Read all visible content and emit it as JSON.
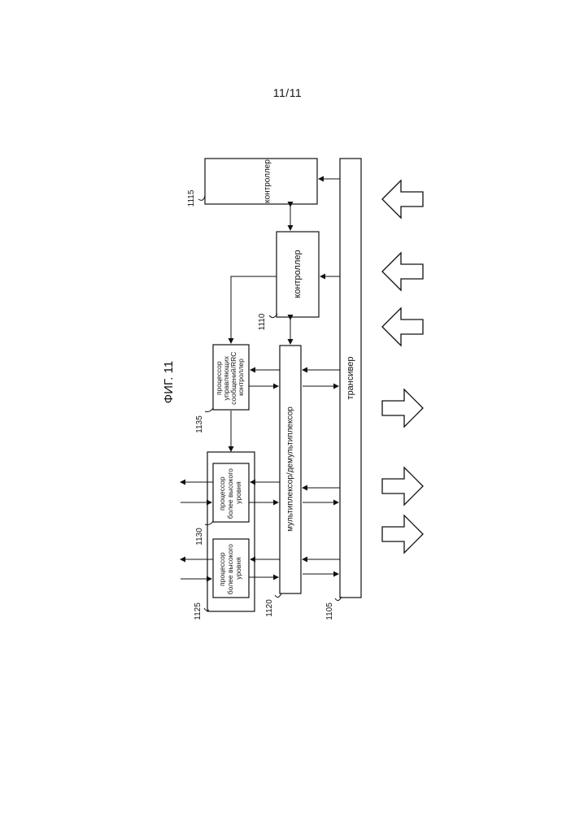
{
  "page_number": "11/11",
  "figure_title": "ФИГ. 11",
  "blocks": {
    "controller_upper": {
      "ref": "1115",
      "label": "контроллер"
    },
    "controller_main": {
      "ref": "1110",
      "label": "контроллер"
    },
    "rrc_processor": {
      "ref": "1135",
      "lines": [
        "процессор",
        "управляющих",
        "сообщений/RRC",
        "контроллер"
      ]
    },
    "higher_processor_1": {
      "ref": "1130",
      "lines": [
        "процессор",
        "более высокого",
        "уровня"
      ]
    },
    "higher_processor_2": {
      "ref": "1125",
      "lines": [
        "процессор",
        "более высокого",
        "уровня"
      ]
    },
    "mux": {
      "ref": "1120",
      "label": "мультиплексор/демультиплексор"
    },
    "transceiver": {
      "ref": "1105",
      "label": "трансивер"
    }
  },
  "signal_arrows": [
    "in",
    "in",
    "in",
    "out",
    "out",
    "out"
  ]
}
